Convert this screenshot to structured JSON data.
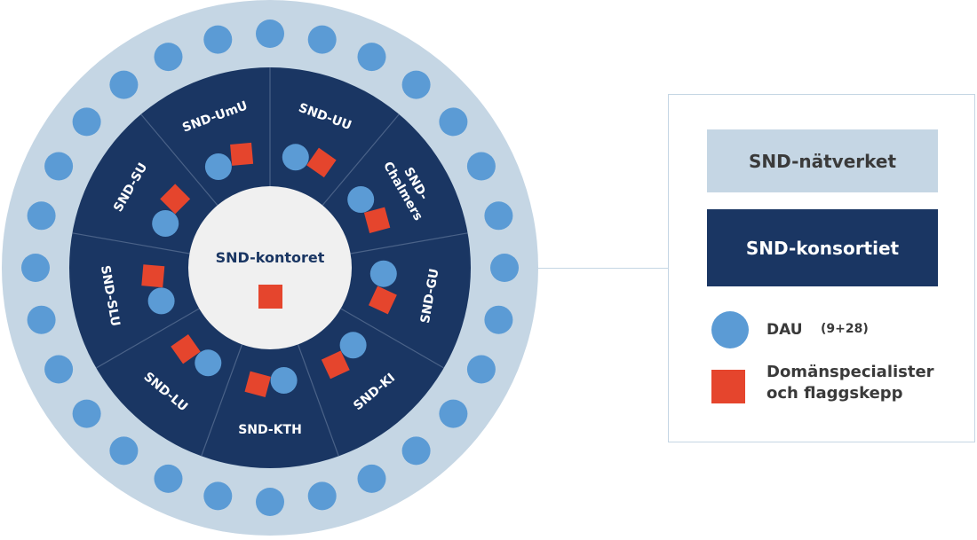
{
  "diagram": {
    "center_label": "SND-kontoret",
    "segments": [
      {
        "label": "SND-UU",
        "lines": [
          "SND-UU"
        ]
      },
      {
        "label": "SND-Chalmers",
        "lines": [
          "SND-",
          "Chalmers"
        ]
      },
      {
        "label": "SND-GU",
        "lines": [
          "SND-GU"
        ]
      },
      {
        "label": "SND-KI",
        "lines": [
          "SND-KI"
        ]
      },
      {
        "label": "SND-KTH",
        "lines": [
          "SND-KTH"
        ]
      },
      {
        "label": "SND-LU",
        "lines": [
          "SND-LU"
        ]
      },
      {
        "label": "SND-SLU",
        "lines": [
          "SND-SLU"
        ]
      },
      {
        "label": "SND-SU",
        "lines": [
          "SND-SU"
        ]
      },
      {
        "label": "SND-UmU",
        "lines": [
          "SND-UmU"
        ]
      }
    ],
    "outer_dau_count": 28
  },
  "legend": {
    "network_label": "SND-nätverket",
    "consortium_label": "SND-konsortiet",
    "dau_label": "DAU",
    "dau_count": "(9+28)",
    "specialists_line1": "Domänspecialister",
    "specialists_line2": "och flaggskepp"
  },
  "colors": {
    "outer_ring": "#c5d6e4",
    "inner_ring": "#1a3663",
    "center": "#f0f0f0",
    "dau": "#5b9bd5",
    "specialist": "#e5452d",
    "divider": "#4a6288",
    "center_text": "#1a3663"
  }
}
